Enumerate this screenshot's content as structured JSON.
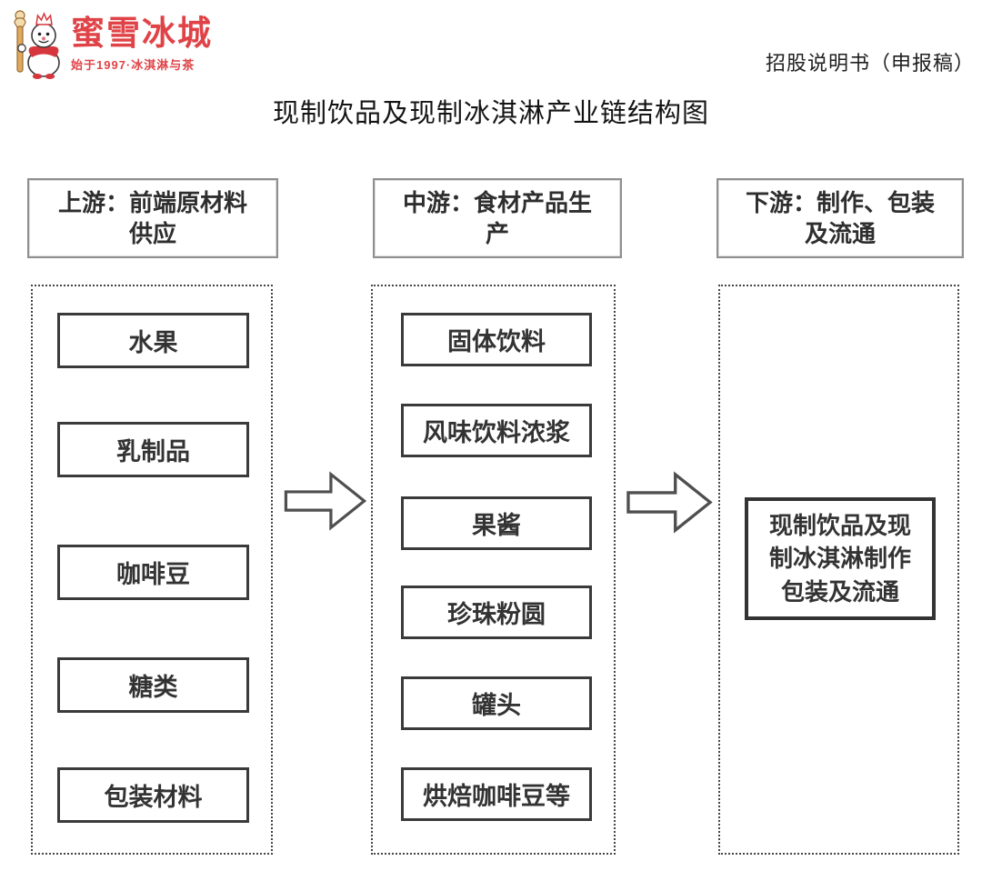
{
  "logo": {
    "brand": "蜜雪冰城",
    "tagline": "始于1997·冰淇淋与茶",
    "mascot_icon": "snowman-with-crown-holding-ice-cream-scepter",
    "brand_color": "#e04347"
  },
  "header": {
    "doc_label": "招股说明书（申报稿）"
  },
  "title": "现制饮品及现制冰淇淋产业链结构图",
  "diagram": {
    "columns": [
      {
        "id": "upstream",
        "header": "上游：前端原材料供应",
        "items": [
          "水果",
          "乳制品",
          "咖啡豆",
          "糖类",
          "包装材料"
        ]
      },
      {
        "id": "midstream",
        "header": "中游：食材产品生产",
        "items": [
          "固体饮料",
          "风味饮料浓浆",
          "果酱",
          "珍珠粉圆",
          "罐头",
          "烘焙咖啡豆等"
        ]
      },
      {
        "id": "downstream",
        "header": "下游：制作、包装及流通",
        "items": [
          "现制饮品及现制冰淇淋制作包装及流通"
        ]
      }
    ],
    "arrows": [
      "right-block-arrow",
      "right-block-arrow"
    ],
    "colors": {
      "item_border": "#3a3a3a",
      "header_border": "#8f8f8f",
      "dotted_border": "#454545",
      "arrow_stroke": "#4f4f4f",
      "text": "#2e2e2e"
    }
  }
}
